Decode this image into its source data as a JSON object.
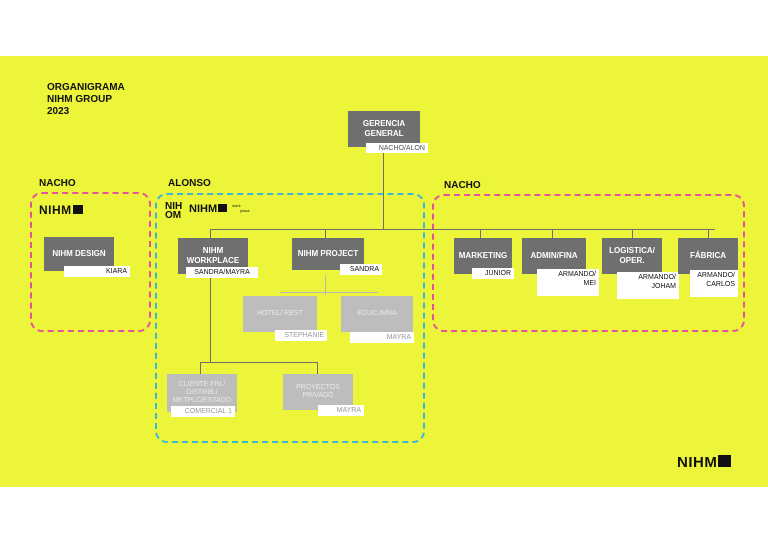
{
  "title_lines": [
    "ORGANIGRAMA",
    "NIHM GROUP",
    "2023"
  ],
  "groups": {
    "left": "NACHO",
    "center": "ALONSO",
    "right": "NACHO"
  },
  "colors": {
    "background": "#edf53a",
    "pink_dash": "#e8519a",
    "cyan_dash": "#38b7d9",
    "node_dark": "#6f6f6f",
    "node_light": "#bdbdbd"
  },
  "logos": {
    "nihm": "NIHM",
    "nih": "NIH",
    "om": "OM",
    "work": "work",
    "place": "place"
  },
  "top": {
    "name": "GERENCIA GENERAL",
    "person": "NACHO/ALON"
  },
  "nodes": {
    "design": {
      "name": "NIHM DESIGN",
      "person": "KIARA"
    },
    "workplace": {
      "name": "NIHM WORKPLACE",
      "person": "SANDRA/MAYRA"
    },
    "project": {
      "name": "NIHM PROJECT",
      "person": "SANDRA"
    },
    "hotel": {
      "name": "HOTEL/ REST",
      "person": "STEPHANIE"
    },
    "educ": {
      "name": "EDUC./MNA",
      "person": "MAYRA"
    },
    "cliente": {
      "name": "CLIENTE FIN./ DISTRIB./ MKTPLC/ESTADO",
      "person": "COMERCIAL 1"
    },
    "proyectos": {
      "name": "PROYECTOS PRIVADO",
      "person": "MAYRA"
    },
    "marketing": {
      "name": "MARKETING",
      "person": "JUNIOR"
    },
    "admin": {
      "name": "ADMIN/FINA",
      "person": "ARMANDO/ MEI"
    },
    "logistica": {
      "name": "LOGISTICA/ OPER.",
      "person": "ARMANDO/ JOHAM"
    },
    "fabrica": {
      "name": "FÁBRICA",
      "person": "ARMANDO/ CARLOS"
    }
  }
}
